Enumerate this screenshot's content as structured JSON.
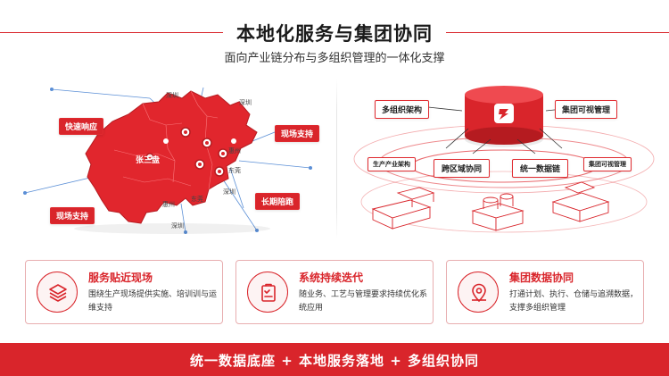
{
  "header": {
    "title": "本地化服务与集团协同",
    "subtitle": "面向产业链分布与多组织管理的一体化支撑"
  },
  "map": {
    "callouts": {
      "fast_response": "快速响应",
      "onsite_support_right": "现场支持",
      "long_term": "长期陪跑",
      "onsite_support_left": "现场支持"
    },
    "cities": {
      "shenzhen_top": "深圳",
      "shenzhen_top_right": "深圳",
      "zhangsanpan": "张三盘",
      "huizhou": "惠州",
      "dongguan_right": "东莞",
      "shenzhen_mid": "深圳",
      "dongguan_bottom": "东莞",
      "huizhou_bottom": "惠州",
      "shenzhen_bottom": "深圳"
    }
  },
  "diagram": {
    "tags": {
      "multi_org": "多组织架构",
      "group_visual": "集团可视管理",
      "supply_chain": "生产产业架构",
      "cross_region": "跨区域协同",
      "unified_data": "统一数据链",
      "group_visual_small": "集团可视管理"
    }
  },
  "cards": [
    {
      "icon": "layers-icon",
      "title": "服务贴近现场",
      "desc": "围绕生产现场提供实施、培训训与运维支持"
    },
    {
      "icon": "checklist-icon",
      "title": "系统持续迭代",
      "desc": "随业务、工艺与管理要求持续优化系统应用"
    },
    {
      "icon": "location-icon",
      "title": "集团数据协同",
      "desc": "打通计划、执行、仓储与追溯数据，支撑多组织管理"
    }
  ],
  "footer": {
    "text": "统一数据底座 + 本地服务落地 + 多组织协同"
  },
  "colors": {
    "brand_red": "#d9252b",
    "card_border": "#e8aeb0"
  }
}
